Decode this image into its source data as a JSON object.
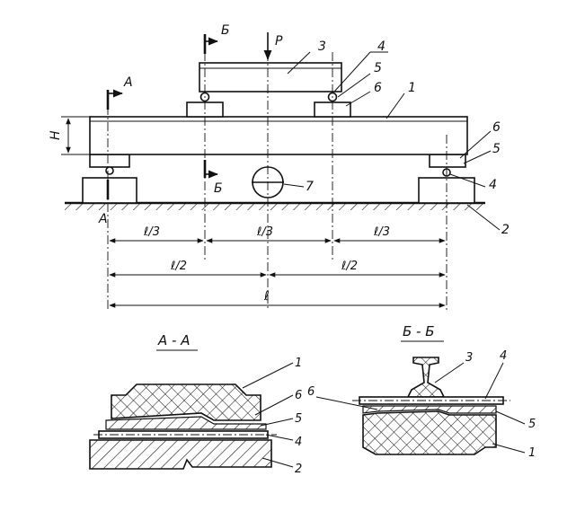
{
  "labels": {
    "load": "P",
    "height": "H",
    "section_a_marker": "A",
    "section_b_marker": "Б",
    "span_third": "ℓ/3",
    "span_half": "ℓ/2",
    "span_full": "ℓ",
    "section_a_title": "А - А",
    "section_b_title": "Б - Б"
  },
  "callouts": {
    "n1": "1",
    "n2": "2",
    "n3": "3",
    "n4": "4",
    "n5": "5",
    "n6": "6",
    "n7": "7"
  },
  "colors": {
    "ink": "#111111",
    "paper": "#ffffff"
  }
}
